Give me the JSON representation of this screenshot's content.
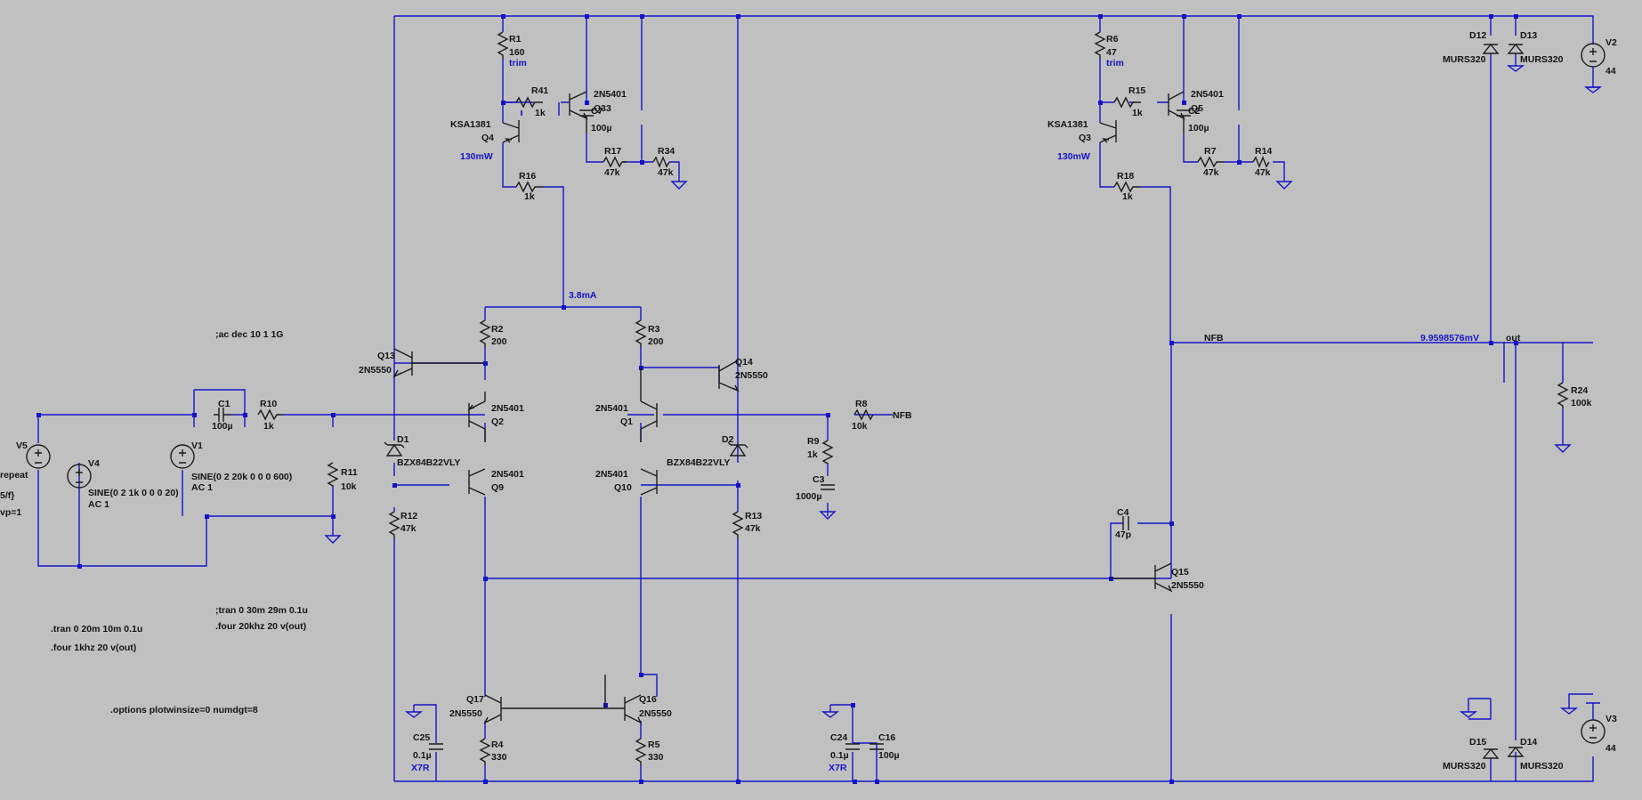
{
  "directives": {
    "ac": ";ac dec 10 1 1G",
    "tran1": ".tran 0 20m 10m 0.1u",
    "four1": ".four 1khz 20 v(out)",
    "tran2": ";tran 0 30m 29m 0.1u",
    "four2": ".four 20khz 20 v(out)",
    "options": ".options plotwinsize=0 numdgt=8"
  },
  "sources": {
    "v1_name": "V1",
    "v1_value": "SINE(0 2 20k 0 0 0 600)",
    "v1_ac": "AC 1",
    "v4_name": "V4",
    "v4_value": "SINE(0 2 1k 0 0 0 20)",
    "v4_ac": "AC 1",
    "v5_name": "V5",
    "v5_partial1": "repeat",
    "v5_partial2": "5/f}",
    "v5_partial3": "vp=1",
    "v2_name": "V2",
    "v2_value": "44",
    "v3_name": "V3",
    "v3_value": "44"
  },
  "resistors": {
    "r1": "R1",
    "r1v": "160",
    "r1t": "trim",
    "r6": "R6",
    "r6v": "47",
    "r6t": "trim",
    "r41": "R41",
    "r41v": "1k",
    "r15": "R15",
    "r15v": "1k",
    "r16": "R16",
    "r16v": "1k",
    "r18": "R18",
    "r18v": "1k",
    "r17": "R17",
    "r17v": "47k",
    "r34": "R34",
    "r34v": "47k",
    "r7": "R7",
    "r7v": "47k",
    "r14": "R14",
    "r14v": "47k",
    "r2": "R2",
    "r2v": "200",
    "r3": "R3",
    "r3v": "200",
    "r10": "R10",
    "r10v": "1k",
    "r11": "R11",
    "r11v": "10k",
    "r8": "R8",
    "r8v": "10k",
    "r9": "R9",
    "r9v": "1k",
    "r12": "R12",
    "r12v": "47k",
    "r13": "R13",
    "r13v": "47k",
    "r4": "R4",
    "r4v": "330",
    "r5": "R5",
    "r5v": "330",
    "r24": "R24",
    "r24v": "100k"
  },
  "capacitors": {
    "c1": "C1",
    "c1v": "100µ",
    "c7": "C7",
    "c7v": "100µ",
    "c2": "C2",
    "c2v": "100µ",
    "c3": "C3",
    "c3v": "1000µ",
    "c4": "C4",
    "c4v": "47p",
    "c25": "C25",
    "c25v": "0.1µ",
    "c25t": "X7R",
    "c24": "C24",
    "c24v": "0.1µ",
    "c24t": "X7R",
    "c16": "C16",
    "c16v": "100µ"
  },
  "transistors": {
    "q4": "Q4",
    "q4m": "KSA1381",
    "q4p": "130mW",
    "q3": "Q3",
    "q3m": "KSA1381",
    "q3p": "130mW",
    "q33": "Q33",
    "q33m": "2N5401",
    "q5": "Q5",
    "q5m": "2N5401",
    "q13": "Q13",
    "q13m": "2N5550",
    "q14": "Q14",
    "q14m": "2N5550",
    "q2": "Q2",
    "q2m": "2N5401",
    "q1": "Q1",
    "q1m": "2N5401",
    "q9": "Q9",
    "q9m": "2N5401",
    "q10": "Q10",
    "q10m": "2N5401",
    "q15": "Q15",
    "q15m": "2N5550",
    "q17": "Q17",
    "q17m": "2N5550",
    "q16": "Q16",
    "q16m": "2N5550"
  },
  "diodes": {
    "d1": "D1",
    "d1m": "BZX84B22VLY",
    "d2": "D2",
    "d2m": "BZX84B22VLY",
    "d12": "D12",
    "d12m": "MURS320",
    "d13": "D13",
    "d13m": "MURS320",
    "d14": "D14",
    "d14m": "MURS320",
    "d15": "D15",
    "d15m": "MURS320"
  },
  "nets": {
    "nfb1": "NFB",
    "nfb2": "NFB",
    "out": "out",
    "current": "3.8mA",
    "voltage": "9.9598576mV"
  },
  "colors": {
    "background": "#c0c0c0",
    "wire": "#1414c8",
    "component": "#1c1c1c",
    "annotation": "#1414c8"
  }
}
